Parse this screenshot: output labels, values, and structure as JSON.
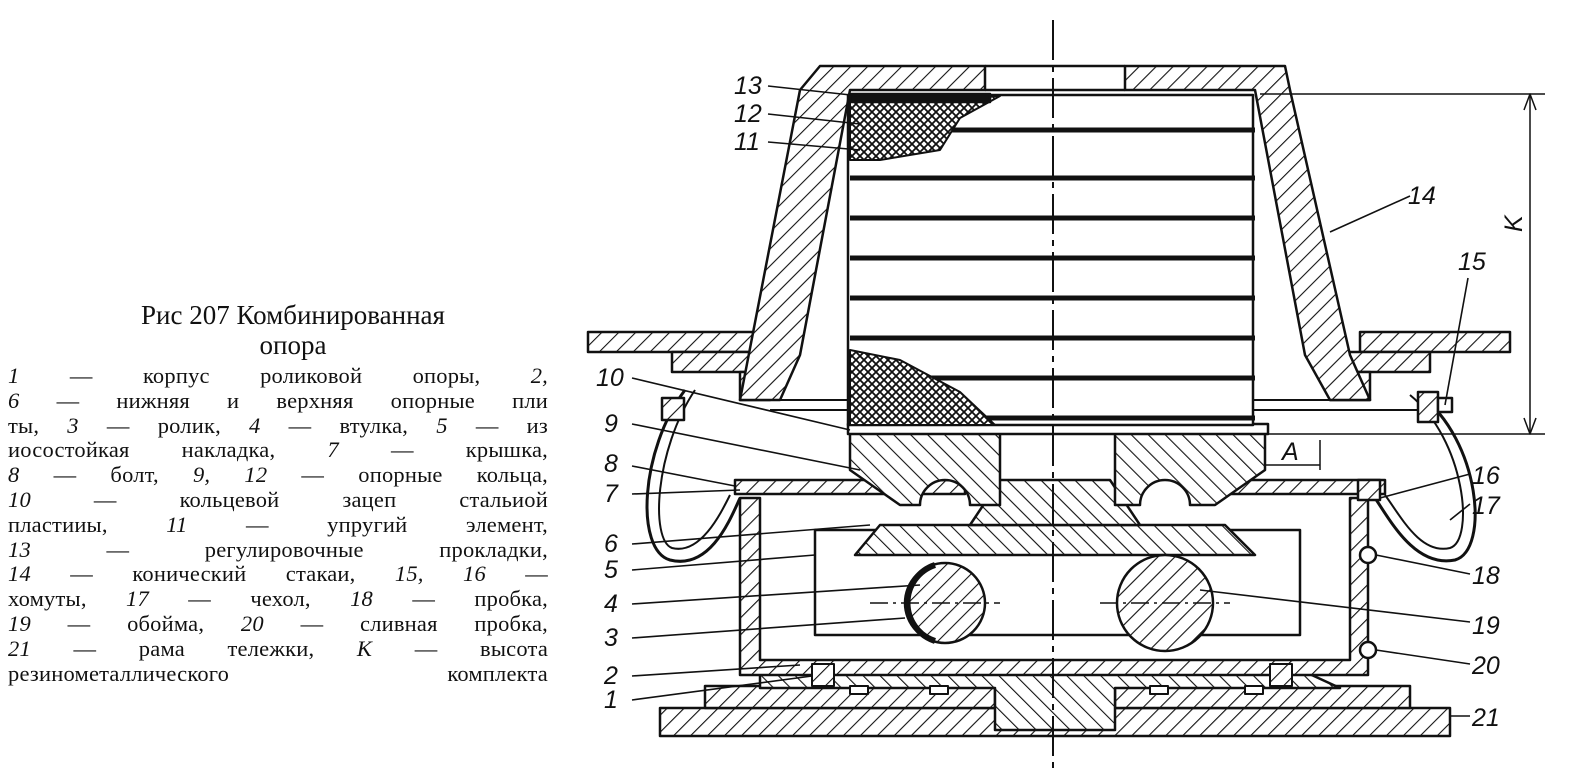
{
  "caption": {
    "title_line1": "Рис 207 Комбинированная",
    "title_line2": "опора",
    "legend_lines": [
      [
        {
          "n": "1"
        },
        {
          "t": " — корпус роликовой опоры, "
        },
        {
          "n": "2,"
        }
      ],
      [
        {
          "n": "6"
        },
        {
          "t": " — нижняя и верхняя опорные пли"
        }
      ],
      [
        {
          "t": "ты, "
        },
        {
          "n": "3"
        },
        {
          "t": " — ролик, "
        },
        {
          "n": "4"
        },
        {
          "t": " — втулка, "
        },
        {
          "n": "5"
        },
        {
          "t": " — из"
        }
      ],
      [
        {
          "t": "иосостойкая накладка, "
        },
        {
          "n": "7"
        },
        {
          "t": " — крышка,"
        }
      ],
      [
        {
          "n": "8"
        },
        {
          "t": " — болт, "
        },
        {
          "n": "9, 12"
        },
        {
          "t": " — опорные кольца,"
        }
      ],
      [
        {
          "n": "10"
        },
        {
          "t": " — кольцевой зацеп стальиой"
        }
      ],
      [
        {
          "t": "пластииы, "
        },
        {
          "n": "11"
        },
        {
          "t": " — упругий элемент,"
        }
      ],
      [
        {
          "n": "13"
        },
        {
          "t": " — регулировочные прокладки,"
        }
      ],
      [
        {
          "n": "14"
        },
        {
          "t": " — конический стакаи, "
        },
        {
          "n": "15, 16"
        },
        {
          "t": " —"
        }
      ],
      [
        {
          "t": "хомуты, "
        },
        {
          "n": "17"
        },
        {
          "t": " — чехол, "
        },
        {
          "n": "18"
        },
        {
          "t": " — пробка,"
        }
      ],
      [
        {
          "n": "19"
        },
        {
          "t": " — обойма, "
        },
        {
          "n": "20"
        },
        {
          "t": " — сливная пробка,"
        }
      ],
      [
        {
          "n": "21"
        },
        {
          "t": " — рама тележки, "
        },
        {
          "n": "K"
        },
        {
          "t": " — высота"
        }
      ],
      [
        {
          "t": "резинометаллического комплекта"
        }
      ]
    ]
  },
  "labels": {
    "l1": "1",
    "l2": "2",
    "l3": "3",
    "l4": "4",
    "l5": "5",
    "l6": "6",
    "l7": "7",
    "l8": "8",
    "l9": "9",
    "l10": "10",
    "l11": "11",
    "l12": "12",
    "l13": "13",
    "l14": "14",
    "l15": "15",
    "l16": "16",
    "l17": "17",
    "l18": "18",
    "l19": "19",
    "l20": "20",
    "l21": "21",
    "K": "K",
    "A": "A"
  }
}
